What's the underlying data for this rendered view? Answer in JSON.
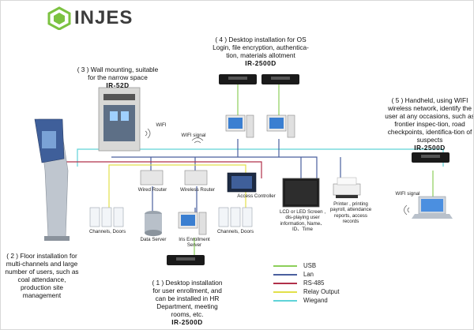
{
  "brand": {
    "name": "INJES",
    "accent": "#7cc241"
  },
  "labels": {
    "wifi_panel": "WIFI",
    "wifi_signal_top": "WIFI signal",
    "wifi_signal_right": "WIFI signal",
    "wired_router": "Wired Router",
    "wireless_router": "Wireless Router",
    "access_controller": "Access Controller",
    "channels_doors_left": "Channels, Doors",
    "channels_doors_right": "Channels, Doors",
    "data_server": "Data Server",
    "iris_enrollment_server": "Iris Enrollment Server",
    "lcd_screen": "LCD or LED Screen , dis-playing user information, Name、ID、Time",
    "printer": "Printer , printing payroll, attendance reports, access records"
  },
  "captions": {
    "c1": {
      "text": "( 1 ) Desktop installation for user enrollment, and can be installed in HR Department, meeting rooms, etc.",
      "model": "IR-2500D"
    },
    "c2": {
      "text": "( 2 ) Floor installation for multi-channels and large number of users, such as coal attendance, production site management",
      "model": ""
    },
    "c3": {
      "text": "( 3 ) Wall mounting, suitable for the narrow space",
      "model": "IR-52D"
    },
    "c4": {
      "text": "( 4 ) Desktop installation for OS Login, file encryption, authentica-tion, materials allotment",
      "model": "IR-2500D"
    },
    "c5": {
      "text": "( 5 ) Handheld, using WIFI wireless network, identify the user at any occasions, such as frontier inspec-tion, road checkpoints, identifica-tion of suspects",
      "model": "IR-2500D"
    }
  },
  "legend": [
    {
      "label": "USB",
      "color": "#8ccf5a"
    },
    {
      "label": "Lan",
      "color": "#4a5f9e"
    },
    {
      "label": "RS-485",
      "color": "#b0304a"
    },
    {
      "label": "Relay Output",
      "color": "#e2e04a"
    },
    {
      "label": "Wiegand",
      "color": "#5fd3d8"
    }
  ],
  "icons": [
    "logo-icon",
    "kiosk-icon",
    "wall-panel-icon",
    "desktop-scanner-icon",
    "pc-icon",
    "router-icon",
    "controller-icon",
    "server-icon",
    "door-panel-icon",
    "monitor-icon",
    "printer-icon",
    "laptop-icon",
    "wifi-signal-icon"
  ]
}
